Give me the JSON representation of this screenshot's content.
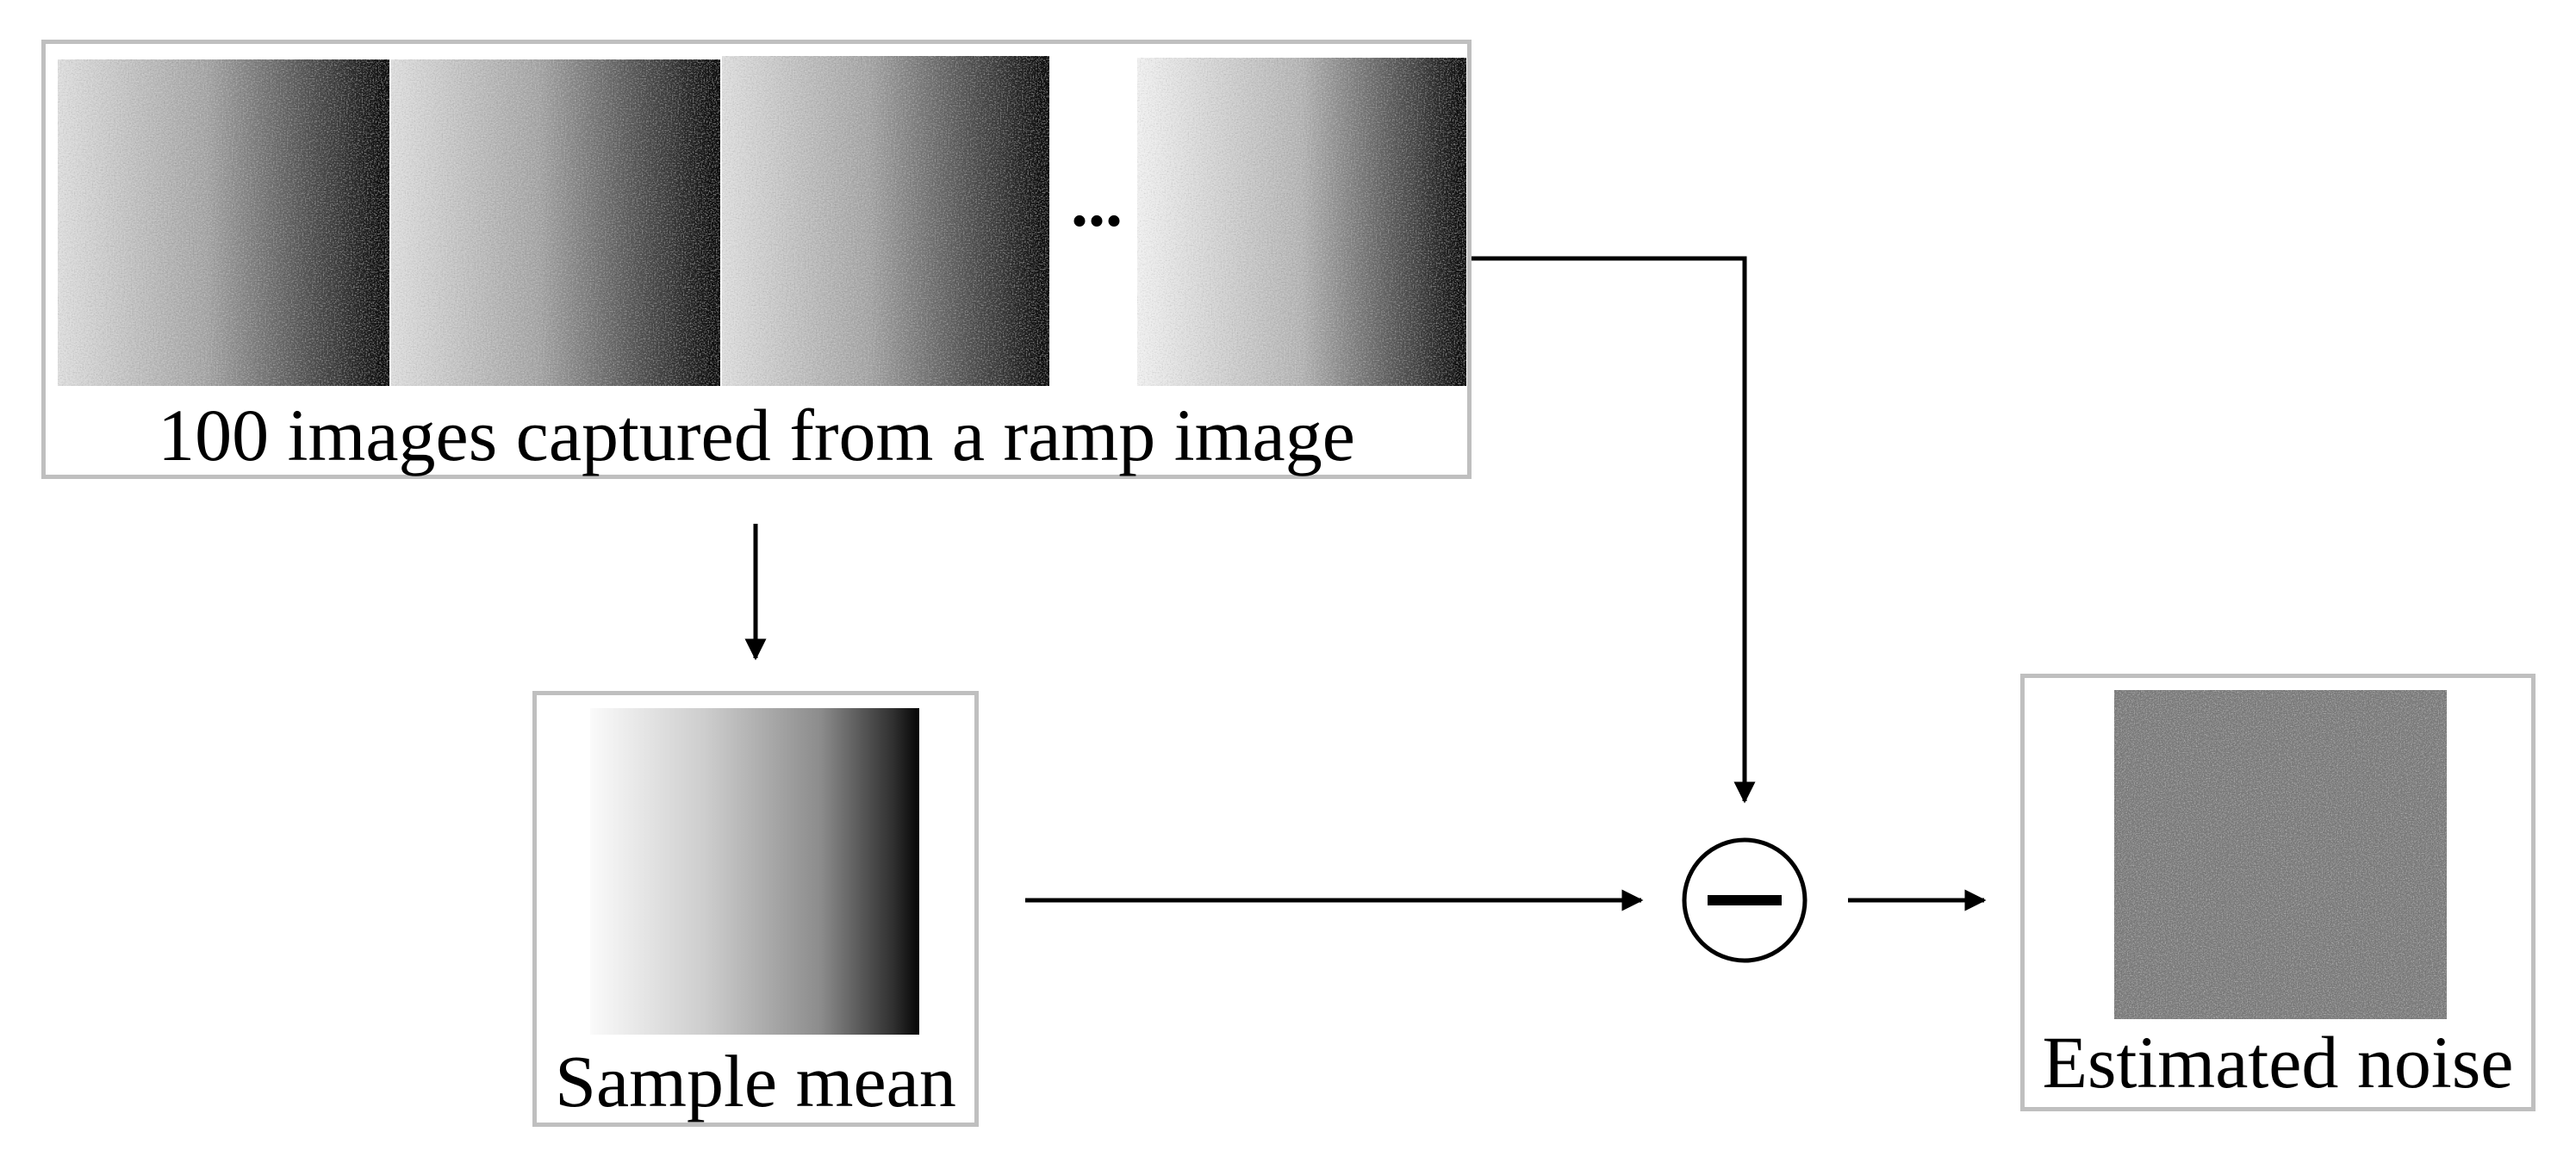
{
  "captures_panel": {
    "caption": "100 images captured from a ramp image",
    "ellipsis": "...",
    "tiles": [
      {
        "name": "captured-image-1",
        "ramp": "light-to-dark",
        "noise": "grain"
      },
      {
        "name": "captured-image-2",
        "ramp": "light-to-dark",
        "noise": "grain"
      },
      {
        "name": "captured-image-3",
        "ramp": "light-to-dark",
        "noise": "grain"
      },
      {
        "name": "captured-image-100",
        "ramp": "light-to-dark",
        "noise": "grain"
      }
    ]
  },
  "mean_panel": {
    "caption": "Sample mean",
    "ramp": "light-to-dark"
  },
  "subtract_node": {
    "symbol": "−",
    "meaning": "subtraction"
  },
  "noise_panel": {
    "caption": "Estimated noise",
    "ramp": "flat-gray"
  },
  "colors": {
    "panel_border": "#bfbfbf",
    "ink": "#000000",
    "ramp_light": "#f2f2f2",
    "ramp_dark": "#050505",
    "noise_gray": "#7f7f7f"
  }
}
